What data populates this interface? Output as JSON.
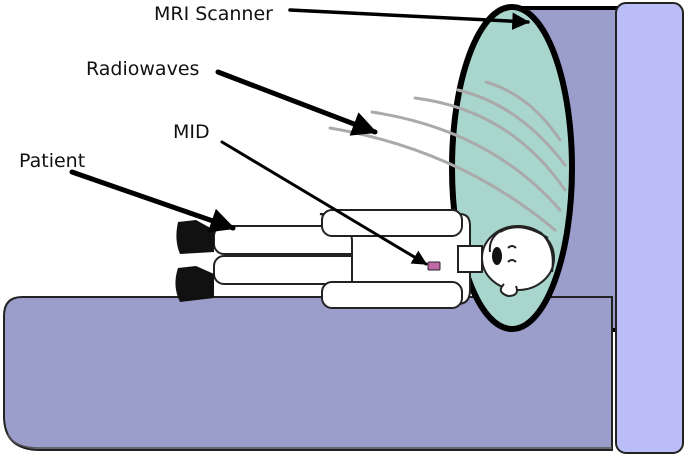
{
  "labels": {
    "scanner": "MRI Scanner",
    "radiowaves": "Radiowaves",
    "mid": "MID",
    "patient": "Patient"
  },
  "colors": {
    "scanner_body": "#9B9DCB",
    "scanner_front": "#BBBDF6",
    "bore_opening": "#A8D5CC",
    "table": "#9B9DCB",
    "waves": "#AAAAAA",
    "outline": "#000000",
    "mid_device": "#C06BA6"
  }
}
